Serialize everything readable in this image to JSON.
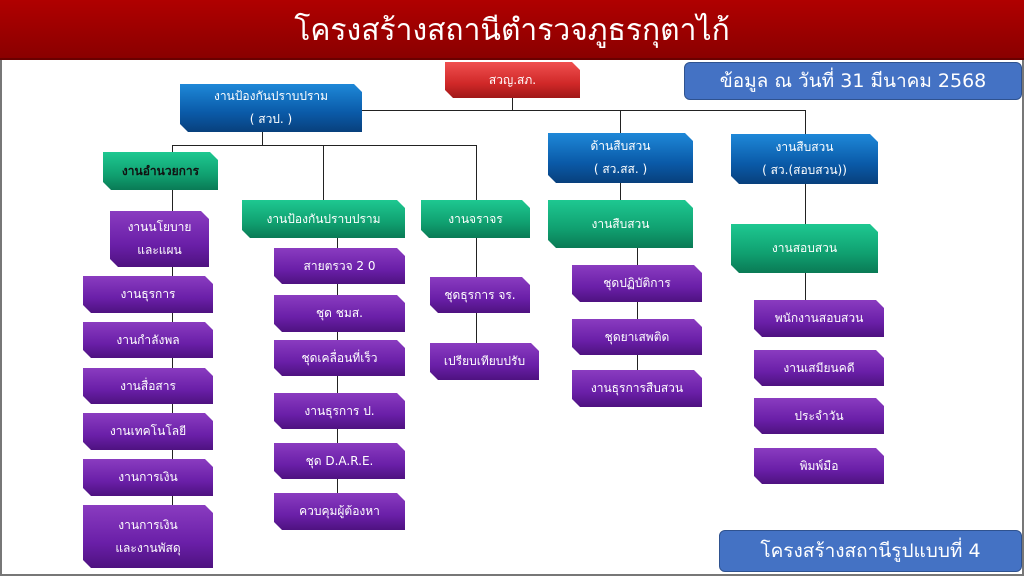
{
  "title": "โครงสร้างสถานีตำรวจภูธรกุตาไก้",
  "date_label": "ข้อมูล ณ วันที่ 31 มีนาคม 2568",
  "footer_label": "โครงสร้างสถานีรูปแบบที่ 4",
  "head": "สวญ.สภ.",
  "units": {
    "svp": {
      "line1": "งานป้องกันปราบปราม",
      "line2": "( สวป. )"
    },
    "inv": {
      "line1": "ด้านสืบสวน",
      "line2": "( สว.สส. )"
    },
    "qry": {
      "line1": "งานสืบสวน",
      "line2": "( สว.(สอบสวน))"
    }
  },
  "admin": {
    "label": "งานอำนวยการ",
    "items": [
      "งานนโยบาย",
      "และแผน",
      "งานธุรการ",
      "งานกำลังพล",
      "งานสื่อสาร",
      "งานเทคโนโลยี",
      "งานการเงิน",
      "งานการเงิน",
      "และงานพัสดุ"
    ]
  },
  "patrol": {
    "label": "งานป้องกันปราบปราม",
    "items": [
      "สายตรวจ 2 0",
      "ชุด ชมส.",
      "ชุดเคลื่อนที่เร็ว",
      "งานธุรการ ป.",
      "ชุด D.A.R.E.",
      "ควบคุมผู้ต้องหา"
    ]
  },
  "traffic": {
    "label": "งานจราจร",
    "items": [
      "ชุดธุรการ จร.",
      "เปรียบเทียบปรับ"
    ]
  },
  "investigation": {
    "label": "งานสืบสวน",
    "items": [
      "ชุดปฏิบัติการ",
      "ชุดยาเสพติด",
      "งานธุรการสืบสวน"
    ]
  },
  "inquiry": {
    "label": "งานสอบสวน",
    "items": [
      "พนักงานสอบสวน",
      "งานเสมียนคดี",
      "ประจำวัน",
      "พิมพ์มือ"
    ]
  }
}
